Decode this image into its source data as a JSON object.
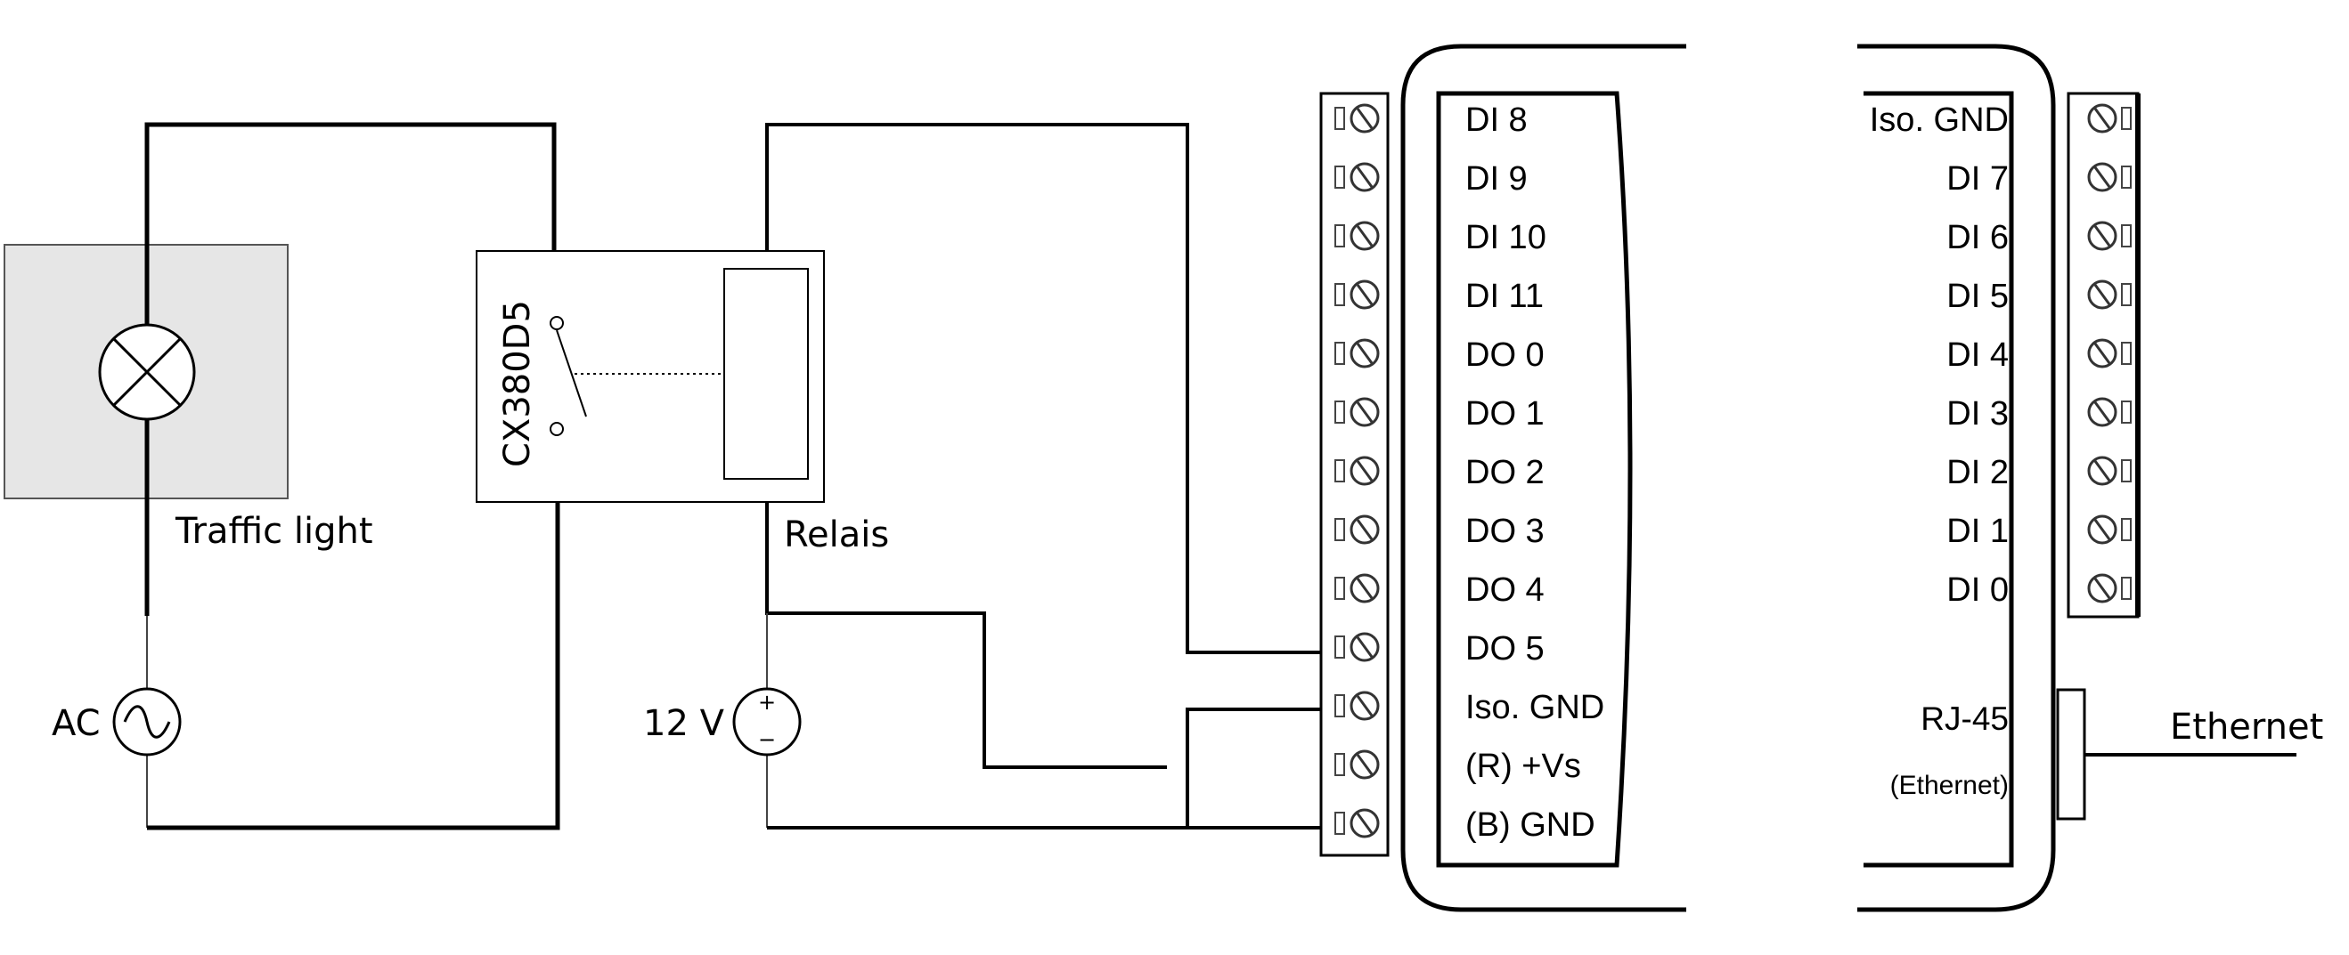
{
  "diagram": {
    "labels": {
      "traffic_light": "Traffic light",
      "relais": "Relais",
      "relay_model": "CX380D5",
      "ac": "AC",
      "v12": "12 V",
      "ethernet": "Ethernet",
      "plus": "+",
      "minus": "−"
    },
    "module": {
      "left_terminals": [
        "DI 8",
        "DI 9",
        "DI 10",
        "DI 11",
        "DO 0",
        "DO 1",
        "DO 2",
        "DO 3",
        "DO 4",
        "DO 5",
        "Iso. GND",
        "(R) +Vs",
        "(B) GND"
      ],
      "right_terminals": [
        "Iso. GND",
        "DI 7",
        "DI 6",
        "DI 5",
        "DI 4",
        "DI 3",
        "DI 2",
        "DI 1",
        "DI 0"
      ],
      "rj45": "RJ-45",
      "rj45_sub": "(Ethernet)"
    },
    "colors": {
      "line": "#000000",
      "thin_line": "#333333",
      "traffic_light_fill": "#e6e6e6",
      "screw_stroke": "#444444"
    }
  }
}
